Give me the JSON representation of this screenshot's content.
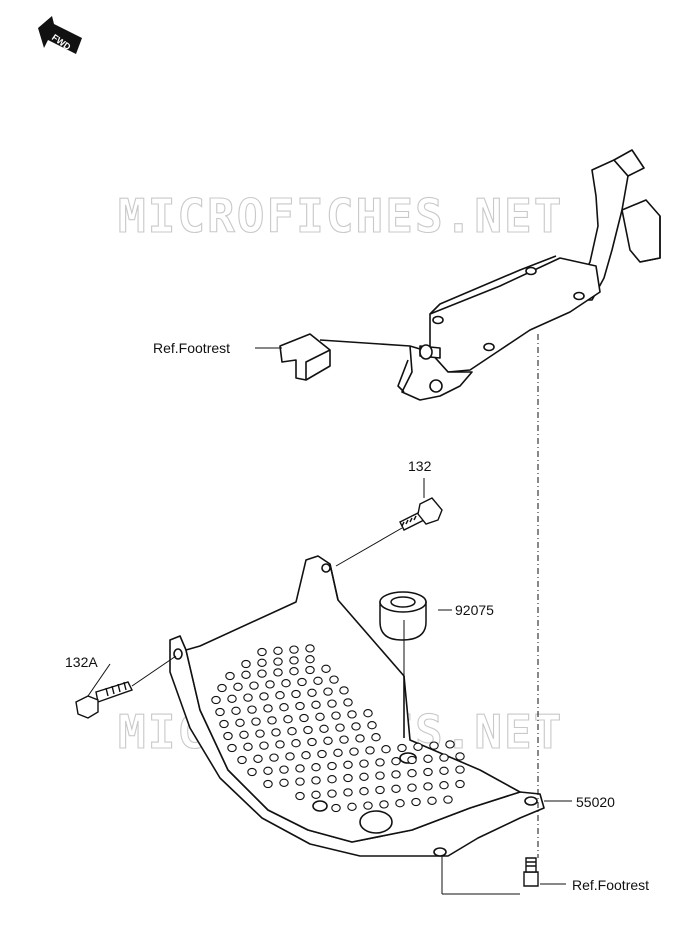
{
  "diagram": {
    "fwd_label": "FWD",
    "watermark": "MICROFICHES.NET",
    "labels": {
      "ref_footrest_top": "Ref.Footrest",
      "part_132": "132",
      "part_92075": "92075",
      "part_132a": "132A",
      "part_55020": "55020",
      "ref_footrest_bottom": "Ref.Footrest"
    }
  }
}
